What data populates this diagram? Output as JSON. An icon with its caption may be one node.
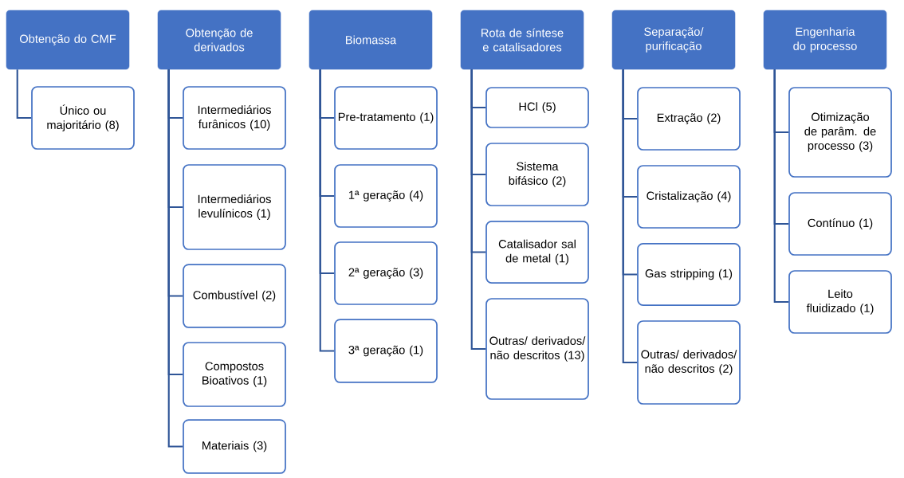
{
  "diagram": {
    "nodes": [
      {
        "text": [
          "Obtenção do CMF"
        ]
      },
      {
        "text": [
          "Único ou majoritário (8)"
        ]
      },
      {
        "text": [
          "Obtenção de derivados"
        ]
      },
      {
        "text": [
          "Intermediários furânicos (10)"
        ]
      },
      {
        "text": [
          "Intermediários levulínicos (1)"
        ]
      },
      {
        "text": [
          "Combustível (2)"
        ]
      },
      {
        "text": [
          "Compostos Bioativos (1)"
        ]
      },
      {
        "text": [
          "Materiais (3)"
        ]
      },
      {
        "text": [
          "Biomassa"
        ]
      },
      {
        "text": [
          "Pre-tratamento (1)"
        ]
      },
      {
        "text": [
          "1ª geração (4)"
        ]
      },
      {
        "text": [
          "2ª geração (3)"
        ]
      },
      {
        "text": [
          "3ª geração (1)"
        ]
      },
      {
        "text": [
          "Rota de síntese e catalisadores"
        ]
      },
      {
        "text": [
          "HCl (5)"
        ]
      },
      {
        "text": [
          "Sistema bifásico (2)"
        ]
      },
      {
        "text": [
          "Catalisador sal de metal (1)"
        ]
      },
      {
        "text": [
          "Outras/ derivados/ não descritos (13)"
        ]
      },
      {
        "text": [
          "Separação/ purificação"
        ]
      },
      {
        "text": [
          "Extração (2)"
        ]
      },
      {
        "text": [
          "Cristalização (4)"
        ]
      },
      {
        "text": [
          "Gas stripping (1)"
        ]
      },
      {
        "text": [
          "Outras/ derivados/ não descritos (2)"
        ]
      },
      {
        "text": [
          "Engenharia do processo"
        ]
      },
      {
        "text": [
          "Otimização de parâm. de processo (3)"
        ]
      },
      {
        "text": [
          "Contínuo (1)"
        ]
      },
      {
        "text": [
          "Leito fluidizado (1)"
        ]
      }
    ],
    "edges": [
      {
        "from": 0,
        "to": 1,
        "arrow": "none"
      },
      {
        "from": 2,
        "to": 3,
        "arrow": "none"
      },
      {
        "from": 2,
        "to": 4,
        "arrow": "none"
      },
      {
        "from": 2,
        "to": 5,
        "arrow": "none"
      },
      {
        "from": 2,
        "to": 6,
        "arrow": "none"
      },
      {
        "from": 2,
        "to": 7,
        "arrow": "none"
      },
      {
        "from": 8,
        "to": 9,
        "arrow": "none"
      },
      {
        "from": 8,
        "to": 10,
        "arrow": "none"
      },
      {
        "from": 8,
        "to": 11,
        "arrow": "none"
      },
      {
        "from": 8,
        "to": 12,
        "arrow": "none"
      },
      {
        "from": 13,
        "to": 14,
        "arrow": "none"
      },
      {
        "from": 13,
        "to": 15,
        "arrow": "none"
      },
      {
        "from": 13,
        "to": 16,
        "arrow": "none"
      },
      {
        "from": 13,
        "to": 17,
        "arrow": "none"
      },
      {
        "from": 18,
        "to": 19,
        "arrow": "none"
      },
      {
        "from": 18,
        "to": 20,
        "arrow": "none"
      },
      {
        "from": 18,
        "to": 21,
        "arrow": "none"
      },
      {
        "from": 18,
        "to": 22,
        "arrow": "none"
      },
      {
        "from": 23,
        "to": 24,
        "arrow": "none"
      },
      {
        "from": 23,
        "to": 25,
        "arrow": "none"
      },
      {
        "from": 23,
        "to": 26,
        "arrow": "none"
      }
    ]
  }
}
